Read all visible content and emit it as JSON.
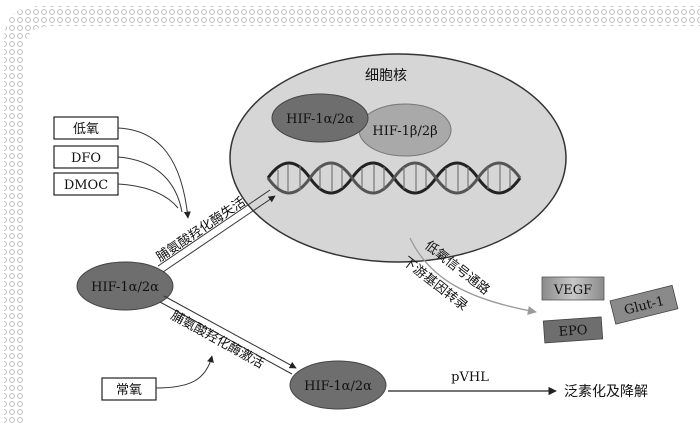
{
  "nucleus": {
    "label": "细胞核"
  },
  "hif_alpha": "HIF-1α/2α",
  "hif_beta": "HIF-1β/2β",
  "conditions": [
    "低氧",
    "DFO",
    "DMOC"
  ],
  "normoxia": "常氧",
  "arrows": {
    "inactivation": "脯氨酸羟化酶失活",
    "activation": "脯氨酸羟化酶激活",
    "signal_line1": "低氧信号通路",
    "signal_line2": "下游基因转录",
    "pvhl": "pVHL",
    "degradation": "泛素化及降解"
  },
  "genes": [
    "VEGF",
    "EPO",
    "Glut-1"
  ],
  "colors": {
    "nucleus_fill": "#d6d6d6",
    "hif_alpha_fill": "#6e6e6e",
    "hif_beta_fill": "#a9a9a9"
  }
}
